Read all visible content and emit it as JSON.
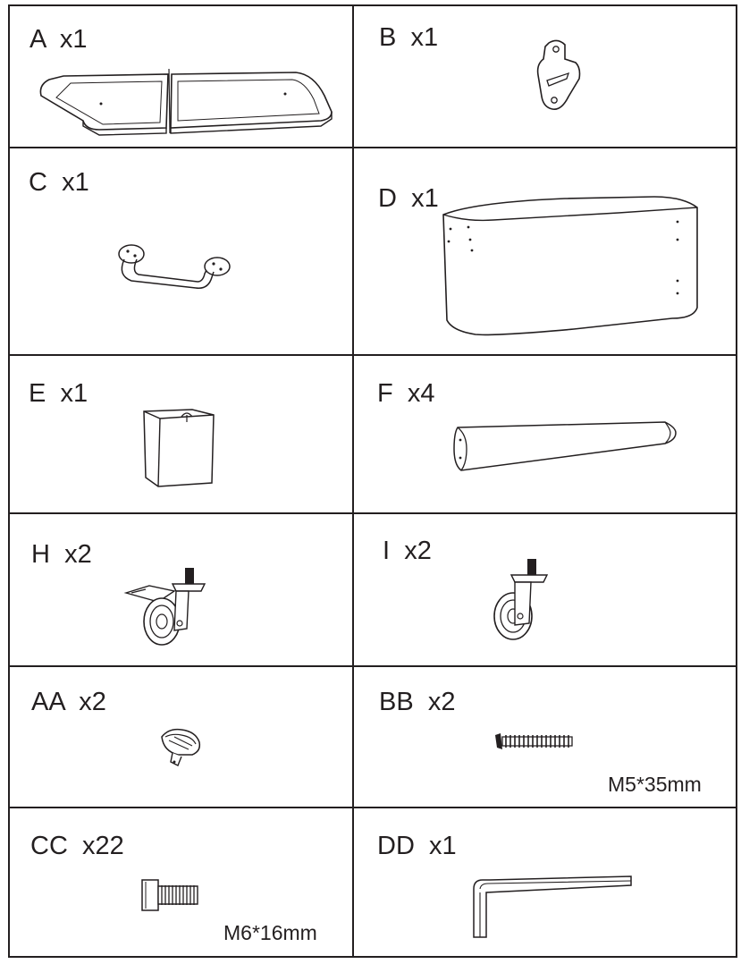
{
  "parts": [
    {
      "code": "A",
      "qty": "x1",
      "icon": "tabletop-icon"
    },
    {
      "code": "B",
      "qty": "x1",
      "icon": "bottle-opener-icon"
    },
    {
      "code": "C",
      "qty": "x1",
      "icon": "handle-bar-icon"
    },
    {
      "code": "D",
      "qty": "x1",
      "icon": "cabinet-body-icon"
    },
    {
      "code": "E",
      "qty": "x1",
      "icon": "bin-box-icon"
    },
    {
      "code": "F",
      "qty": "x4",
      "icon": "leg-icon"
    },
    {
      "code": "H",
      "qty": "x2",
      "icon": "locking-caster-icon"
    },
    {
      "code": "I",
      "qty": "x2",
      "icon": "caster-icon"
    },
    {
      "code": "AA",
      "qty": "x2",
      "icon": "knob-icon"
    },
    {
      "code": "BB",
      "qty": "x2",
      "icon": "screw-icon",
      "spec": "M5*35mm"
    },
    {
      "code": "CC",
      "qty": "x22",
      "icon": "bolt-icon",
      "spec": "M6*16mm"
    },
    {
      "code": "DD",
      "qty": "x1",
      "icon": "allen-key-icon"
    }
  ]
}
